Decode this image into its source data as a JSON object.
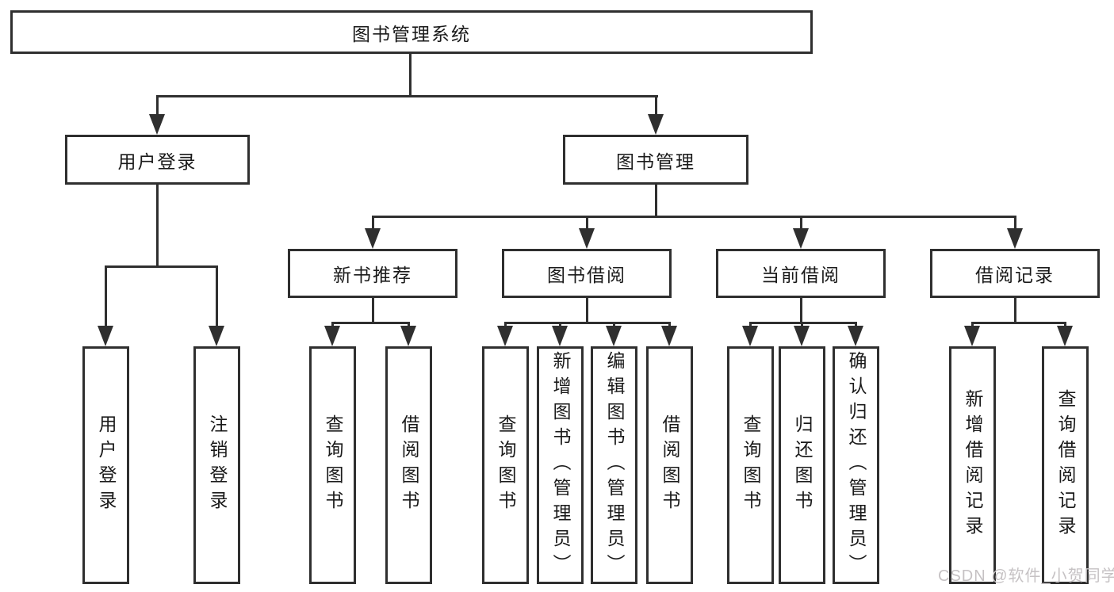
{
  "tree": {
    "label": "图书管理系统",
    "children": [
      {
        "label": "用户登录",
        "children": [
          {
            "label": "用户登录"
          },
          {
            "label": "注销登录"
          }
        ]
      },
      {
        "label": "图书管理",
        "children": [
          {
            "label": "新书推荐",
            "children": [
              {
                "label": "查询图书"
              },
              {
                "label": "借阅图书"
              }
            ]
          },
          {
            "label": "图书借阅",
            "children": [
              {
                "label": "查询图书"
              },
              {
                "label": "新增图书（管理员）"
              },
              {
                "label": "编辑图书（管理员）"
              },
              {
                "label": "借阅图书"
              }
            ]
          },
          {
            "label": "当前借阅",
            "children": [
              {
                "label": "查询图书"
              },
              {
                "label": "归还图书"
              },
              {
                "label": "确认归还（管理员）"
              }
            ]
          },
          {
            "label": "借阅记录",
            "children": [
              {
                "label": "新增借阅记录"
              },
              {
                "label": "查询借阅记录"
              }
            ]
          }
        ]
      }
    ]
  },
  "watermark": "CSDN @软件_小贺同学",
  "colors": {
    "line": "#2f2f2f",
    "text": "#1a1a1a",
    "background": "#ffffff",
    "watermark": "#c6c2c4"
  }
}
